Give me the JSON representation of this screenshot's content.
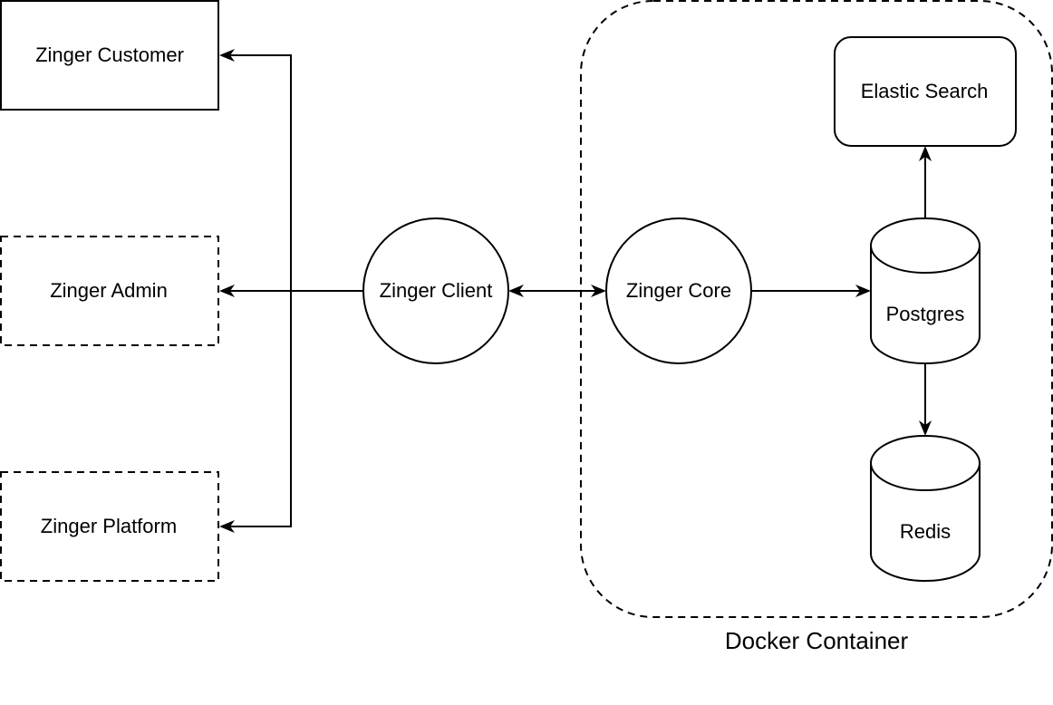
{
  "diagram": {
    "colors": {
      "stroke": "#000000",
      "background": "#ffffff"
    },
    "container": {
      "id": "docker",
      "label": "Docker Container",
      "style": "dashed-rounded"
    },
    "nodes": [
      {
        "id": "customer",
        "label": "Zinger Customer",
        "shape": "rectangle",
        "border": "solid"
      },
      {
        "id": "admin",
        "label": "Zinger Admin",
        "shape": "rectangle",
        "border": "dashed"
      },
      {
        "id": "platform",
        "label": "Zinger Platform",
        "shape": "rectangle",
        "border": "dashed"
      },
      {
        "id": "client",
        "label": "Zinger Client",
        "shape": "circle",
        "border": "solid"
      },
      {
        "id": "core",
        "label": "Zinger Core",
        "shape": "circle",
        "border": "solid",
        "container": "docker"
      },
      {
        "id": "elastic",
        "label": "Elastic Search",
        "shape": "rounded-rectangle",
        "border": "solid",
        "container": "docker"
      },
      {
        "id": "postgres",
        "label": "Postgres",
        "shape": "cylinder",
        "border": "solid",
        "container": "docker"
      },
      {
        "id": "redis",
        "label": "Redis",
        "shape": "cylinder",
        "border": "solid",
        "container": "docker"
      }
    ],
    "edges": [
      {
        "from": "client",
        "to": "customer",
        "direction": "forward"
      },
      {
        "from": "client",
        "to": "admin",
        "direction": "forward"
      },
      {
        "from": "client",
        "to": "platform",
        "direction": "forward"
      },
      {
        "from": "client",
        "to": "core",
        "direction": "both"
      },
      {
        "from": "core",
        "to": "postgres",
        "direction": "forward"
      },
      {
        "from": "postgres",
        "to": "elastic",
        "direction": "forward"
      },
      {
        "from": "postgres",
        "to": "redis",
        "direction": "forward"
      }
    ]
  }
}
